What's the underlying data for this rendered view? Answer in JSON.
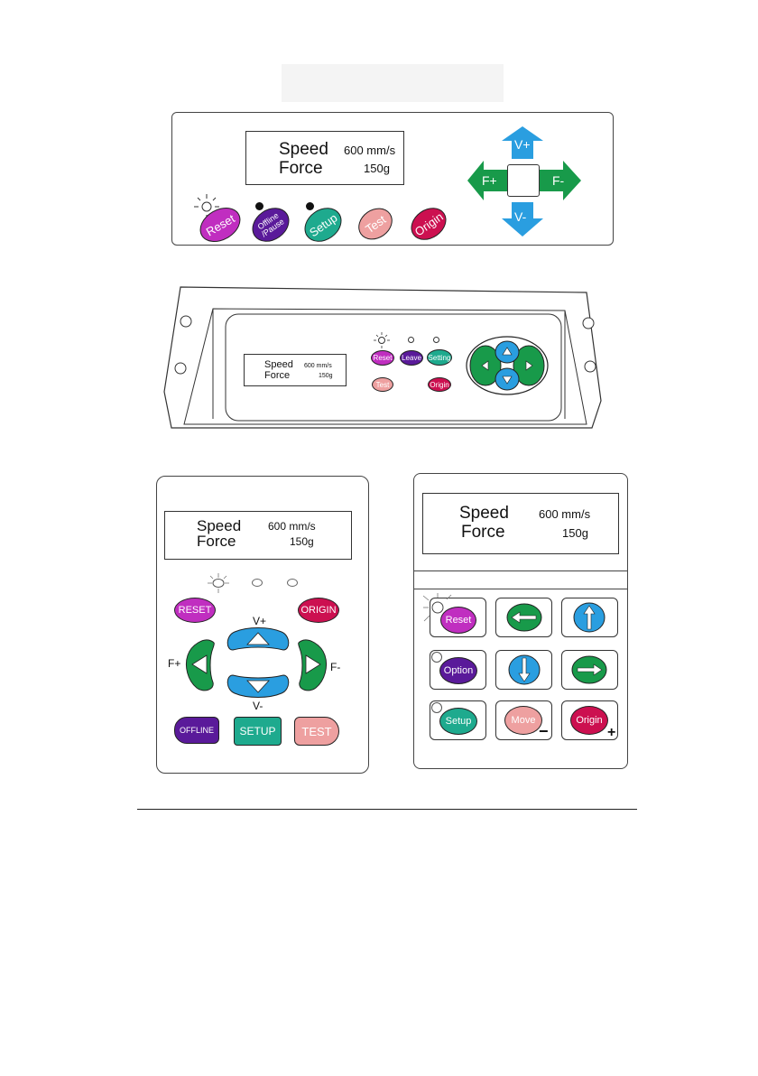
{
  "colors": {
    "magenta": "#c02ec0",
    "purple": "#5a1a9a",
    "teal": "#1eaa8e",
    "pink": "#eea0a0",
    "crimson": "#cc1050",
    "blue": "#2a9ee0",
    "green": "#189a4a"
  },
  "panel1": {
    "display": {
      "speed_label": "Speed",
      "speed_value": "600 mm/s",
      "force_label": "Force",
      "force_value": "150g"
    },
    "buttons": {
      "reset": "Reset",
      "offline_line1": "Offline",
      "offline_line2": "/Pause",
      "setup": "Setup",
      "test": "Test",
      "origin": "Origin"
    },
    "arrows": {
      "up": "V+",
      "down": "V-",
      "left": "F+",
      "right": "F-"
    }
  },
  "panel2": {
    "display": {
      "speed_label": "Speed",
      "speed_value": "600 mm/s",
      "force_label": "Force",
      "force_value": "150g"
    },
    "buttons": {
      "reset": "Reset",
      "leave": "Leave",
      "setting": "Setting",
      "test": "Test",
      "origin": "Origin"
    }
  },
  "panel3": {
    "display": {
      "speed_label": "Speed",
      "speed_value": "600 mm/s",
      "force_label": "Force",
      "force_value": "150g"
    },
    "buttons": {
      "reset": "RESET",
      "origin": "ORIGIN",
      "offline": "OFFLINE",
      "setup": "SETUP",
      "test": "TEST"
    },
    "arrows": {
      "up": "V+",
      "down": "V-",
      "left": "F+",
      "right": "F-"
    }
  },
  "panel4": {
    "display": {
      "speed_label": "Speed",
      "speed_value": "600 mm/s",
      "force_label": "Force",
      "force_value": "150g"
    },
    "buttons": {
      "reset": "Reset",
      "option": "Option",
      "setup": "Setup",
      "move": "Move",
      "origin": "Origin"
    },
    "marks": {
      "minus": "−",
      "plus": "+"
    }
  }
}
